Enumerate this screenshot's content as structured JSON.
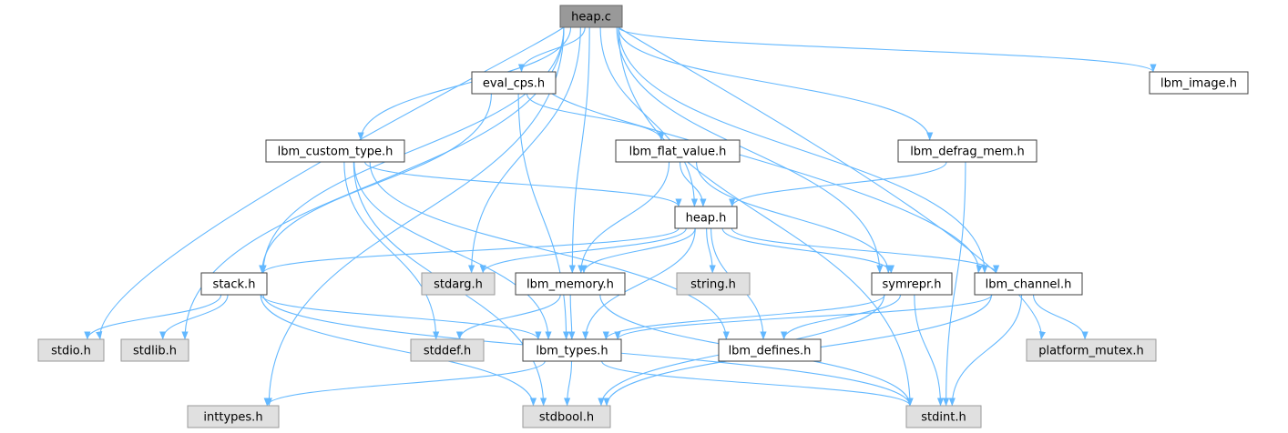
{
  "colors": {
    "edge": "#63b8ff",
    "root_fill": "#999999",
    "root_stroke": "#666666",
    "local_fill": "#ffffff",
    "local_stroke": "#3f3f3f",
    "system_fill": "#e0e0e0",
    "system_stroke": "#999999"
  },
  "nodes": [
    {
      "id": "heap_c",
      "label": "heap.c",
      "kind": "root"
    },
    {
      "id": "eval_cps_h",
      "label": "eval_cps.h",
      "kind": "local"
    },
    {
      "id": "lbm_image_h",
      "label": "lbm_image.h",
      "kind": "local"
    },
    {
      "id": "lbm_custom_type_h",
      "label": "lbm_custom_type.h",
      "kind": "local"
    },
    {
      "id": "lbm_flat_value_h",
      "label": "lbm_flat_value.h",
      "kind": "local"
    },
    {
      "id": "lbm_defrag_mem_h",
      "label": "lbm_defrag_mem.h",
      "kind": "local"
    },
    {
      "id": "heap_h",
      "label": "heap.h",
      "kind": "local"
    },
    {
      "id": "stack_h",
      "label": "stack.h",
      "kind": "local"
    },
    {
      "id": "stdarg_h",
      "label": "stdarg.h",
      "kind": "system"
    },
    {
      "id": "lbm_memory_h",
      "label": "lbm_memory.h",
      "kind": "local"
    },
    {
      "id": "string_h",
      "label": "string.h",
      "kind": "system"
    },
    {
      "id": "symrepr_h",
      "label": "symrepr.h",
      "kind": "local"
    },
    {
      "id": "lbm_channel_h",
      "label": "lbm_channel.h",
      "kind": "local"
    },
    {
      "id": "stdio_h",
      "label": "stdio.h",
      "kind": "system"
    },
    {
      "id": "stdlib_h",
      "label": "stdlib.h",
      "kind": "system"
    },
    {
      "id": "stddef_h",
      "label": "stddef.h",
      "kind": "system"
    },
    {
      "id": "lbm_types_h",
      "label": "lbm_types.h",
      "kind": "local"
    },
    {
      "id": "lbm_defines_h",
      "label": "lbm_defines.h",
      "kind": "local"
    },
    {
      "id": "platform_mutex_h",
      "label": "platform_mutex.h",
      "kind": "system"
    },
    {
      "id": "inttypes_h",
      "label": "inttypes.h",
      "kind": "system"
    },
    {
      "id": "stdbool_h",
      "label": "stdbool.h",
      "kind": "system"
    },
    {
      "id": "stdint_h",
      "label": "stdint.h",
      "kind": "system"
    }
  ],
  "edges": [
    [
      "heap_c",
      "eval_cps_h"
    ],
    [
      "heap_c",
      "lbm_image_h"
    ],
    [
      "heap_c",
      "lbm_custom_type_h"
    ],
    [
      "heap_c",
      "lbm_defrag_mem_h"
    ],
    [
      "heap_c",
      "heap_h"
    ],
    [
      "heap_c",
      "stack_h"
    ],
    [
      "heap_c",
      "stdarg_h"
    ],
    [
      "heap_c",
      "lbm_memory_h"
    ],
    [
      "heap_c",
      "symrepr_h"
    ],
    [
      "heap_c",
      "lbm_channel_h"
    ],
    [
      "heap_c",
      "stdio_h"
    ],
    [
      "heap_c",
      "stdlib_h"
    ],
    [
      "heap_c",
      "platform_mutex_h"
    ],
    [
      "heap_c",
      "inttypes_h"
    ],
    [
      "heap_c",
      "stdint_h"
    ],
    [
      "eval_cps_h",
      "lbm_flat_value_h"
    ],
    [
      "eval_cps_h",
      "stack_h"
    ],
    [
      "eval_cps_h",
      "lbm_types_h"
    ],
    [
      "eval_cps_h",
      "lbm_channel_h"
    ],
    [
      "lbm_custom_type_h",
      "heap_h"
    ],
    [
      "lbm_custom_type_h",
      "lbm_types_h"
    ],
    [
      "lbm_custom_type_h",
      "stddef_h"
    ],
    [
      "lbm_custom_type_h",
      "stdbool_h"
    ],
    [
      "lbm_custom_type_h",
      "lbm_defines_h"
    ],
    [
      "lbm_flat_value_h",
      "heap_h"
    ],
    [
      "lbm_flat_value_h",
      "lbm_memory_h"
    ],
    [
      "lbm_flat_value_h",
      "symrepr_h"
    ],
    [
      "lbm_defrag_mem_h",
      "heap_h"
    ],
    [
      "lbm_defrag_mem_h",
      "stdint_h"
    ],
    [
      "heap_h",
      "stack_h"
    ],
    [
      "heap_h",
      "stdarg_h"
    ],
    [
      "heap_h",
      "lbm_memory_h"
    ],
    [
      "heap_h",
      "string_h"
    ],
    [
      "heap_h",
      "symrepr_h"
    ],
    [
      "heap_h",
      "lbm_channel_h"
    ],
    [
      "heap_h",
      "lbm_types_h"
    ],
    [
      "heap_h",
      "lbm_defines_h"
    ],
    [
      "stack_h",
      "stdio_h"
    ],
    [
      "stack_h",
      "stdlib_h"
    ],
    [
      "stack_h",
      "lbm_types_h"
    ],
    [
      "stack_h",
      "stdbool_h"
    ],
    [
      "stack_h",
      "stdint_h"
    ],
    [
      "lbm_memory_h",
      "lbm_types_h"
    ],
    [
      "lbm_memory_h",
      "stddef_h"
    ],
    [
      "lbm_memory_h",
      "stdint_h"
    ],
    [
      "symrepr_h",
      "lbm_types_h"
    ],
    [
      "symrepr_h",
      "lbm_defines_h"
    ],
    [
      "symrepr_h",
      "stdbool_h"
    ],
    [
      "symrepr_h",
      "stdint_h"
    ],
    [
      "lbm_channel_h",
      "lbm_types_h"
    ],
    [
      "lbm_channel_h",
      "platform_mutex_h"
    ],
    [
      "lbm_channel_h",
      "stdbool_h"
    ],
    [
      "lbm_channel_h",
      "stdint_h"
    ],
    [
      "lbm_types_h",
      "inttypes_h"
    ],
    [
      "lbm_types_h",
      "stdbool_h"
    ],
    [
      "lbm_types_h",
      "stdint_h"
    ]
  ]
}
